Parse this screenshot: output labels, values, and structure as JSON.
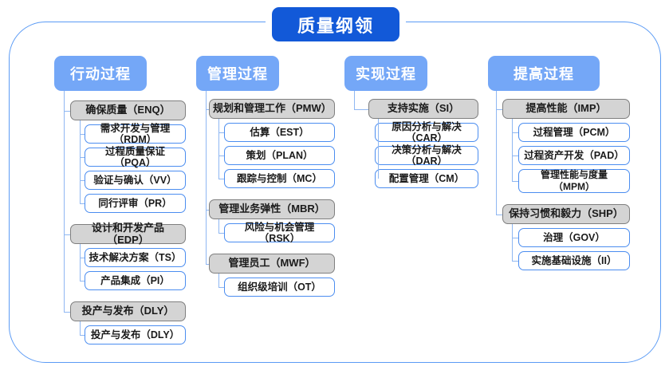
{
  "diagram": {
    "title": "质量纲领",
    "columns": [
      {
        "id": "action-process",
        "header": "行动过程",
        "groups": [
          {
            "label": "确保质量（ENQ）",
            "children": [
              "需求开发与管理（RDM）",
              "过程质量保证（PQA）",
              "验证与确认（VV）",
              "同行评审（PR）"
            ]
          },
          {
            "label": "设计和开发产品（EDP）",
            "children": [
              "技术解决方案（TS）",
              "产品集成（PI）"
            ]
          },
          {
            "label": "投产与发布（DLY）",
            "children": [
              "投产与发布（DLY）"
            ]
          }
        ]
      },
      {
        "id": "management-process",
        "header": "管理过程",
        "groups": [
          {
            "label": "规划和管理工作（PMW）",
            "children": [
              "估算（EST）",
              "策划（PLAN）",
              "跟踪与控制（MC）"
            ]
          },
          {
            "label": "管理业务弹性（MBR）",
            "children": [
              "风险与机会管理（RSK）"
            ]
          },
          {
            "label": "管理员工（MWF）",
            "children": [
              "组织级培训（OT）"
            ]
          }
        ]
      },
      {
        "id": "implementation-process",
        "header": "实现过程",
        "groups": [
          {
            "label": "支持实施（SI）",
            "children": [
              "原因分析与解决（CAR）",
              "决策分析与解决（DAR）",
              "配置管理（CM）"
            ]
          }
        ]
      },
      {
        "id": "improvement-process",
        "header": "提高过程",
        "groups": [
          {
            "label": "提高性能（IMP）",
            "children": [
              "过程管理（PCM）",
              "过程资产开发（PAD）",
              "管理性能与度量\n（MPM）"
            ]
          },
          {
            "label": "保持习惯和毅力（SHP）",
            "children": [
              "治理（GOV）",
              "实施基础设施（II）"
            ]
          }
        ]
      }
    ],
    "colors": {
      "title_fill": "#1259D8",
      "header_fill": "#74A7F7",
      "group_fill": "#D4D4D4",
      "group_border": "#7F7F7F",
      "leaf_border": "#4B8DF0",
      "frame_border": "#5B9BF5",
      "connector": "#8FB7F2"
    }
  }
}
